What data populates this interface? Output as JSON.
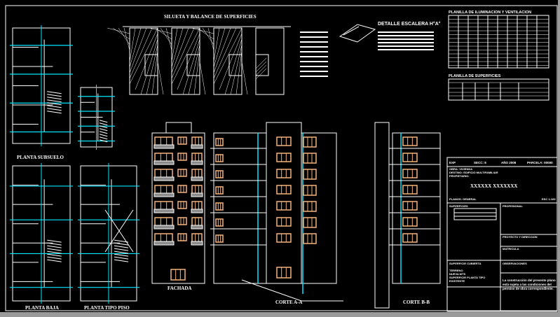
{
  "colors": {
    "background": "#000000",
    "lines": "#ffffff",
    "window": "#f5b27a",
    "axis": "#00e5ff",
    "frame": "#9a9a9a",
    "glass": "#8a8a8a"
  },
  "titles": {
    "silueta": "SILUETA Y BALANCE DE SUPERFICIES",
    "escalera": "DETALLE ESCALERA H°A°",
    "planilla_iluminacion": "PLANILLA DE ILUMINACION Y VENTILACION",
    "planilla_superficies": "PLANILLA DE SUPERFICIES",
    "planta_subsuelo": "PLANTA SUBSUELO",
    "planta_baja": "PLANTA BAJA",
    "planta_tipo": "PLANTA TIPO PISO",
    "fachada": "FACHADA",
    "corte_aa": "CORTE A-A",
    "corte_bb": "CORTE B-B"
  },
  "title_block": {
    "row1": [
      "EXP",
      "SECC: 8",
      "AÑO 2008",
      "PARCELA: 00000"
    ],
    "obra_lines": [
      "OBRA: VIVIENDA",
      "DESTINO: EDIFICIO MULTIFAMILIAR",
      "PROPIETARIO:"
    ],
    "owner": "XXXXXX XXXXXXX",
    "plano": "PLANOS: GENERAL",
    "escala": "ESC 1:100",
    "sections_left": [
      "SUPERFICIES",
      "SUPERFICIE CUBIERTA",
      "TERRENO",
      "NUEVA MTS",
      "SUPERFICIE PLANTA TIPO",
      "EXISTENTE"
    ],
    "sections_right": [
      "PROFESIONAL",
      "PROYECTO Y DIRECCION",
      "MATRICULA",
      "OBSERVACIONES"
    ],
    "note": "La construcción del presente plano está sujeta a las condiciones del permiso de obra correspondiente."
  }
}
